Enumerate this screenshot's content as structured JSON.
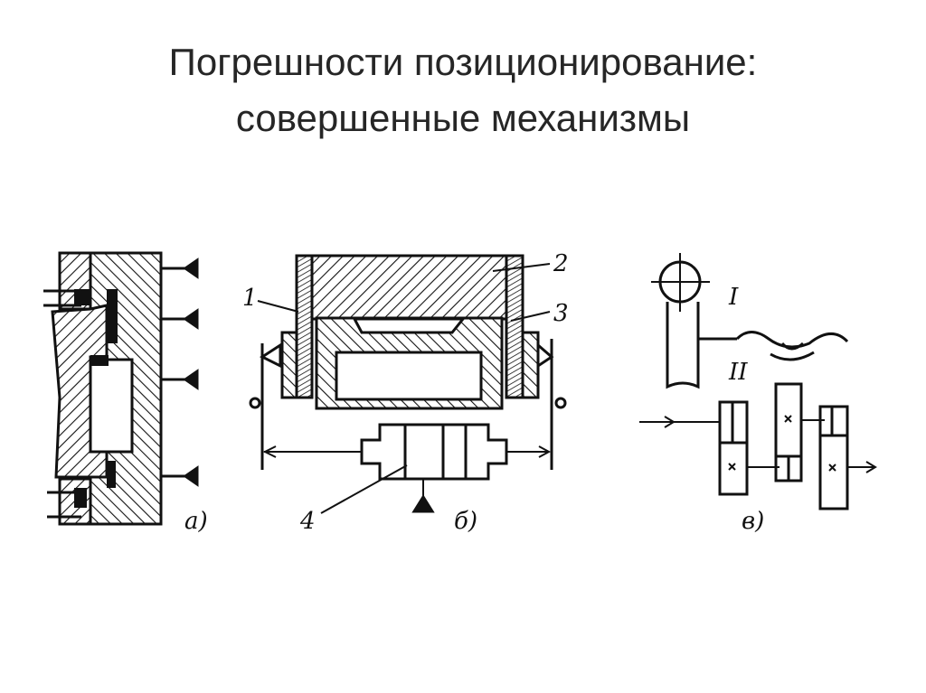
{
  "slide": {
    "title_line1": "Погрешности позиционирование:",
    "title_line2": "совершенные механизмы"
  },
  "figure": {
    "panel_a_label": "а)",
    "panel_b_label": "б)",
    "panel_c_label": "в)",
    "part_labels": [
      "1",
      "2",
      "3",
      "4"
    ],
    "scheme_labels": [
      "I",
      "II"
    ]
  }
}
